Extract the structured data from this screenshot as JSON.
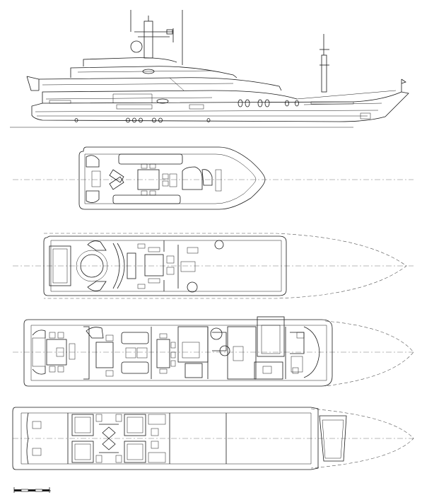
{
  "drawing": {
    "subject": "yacht-general-arrangement",
    "views": [
      {
        "id": "profile",
        "label": ""
      },
      {
        "id": "sun-deck",
        "label": ""
      },
      {
        "id": "bridge-deck",
        "label": ""
      },
      {
        "id": "main-deck",
        "label": ""
      },
      {
        "id": "lower-deck",
        "label": ""
      }
    ],
    "scale_bar": {
      "segments": 5
    }
  },
  "colors": {
    "line": "#1a1a1a",
    "background": "#ffffff",
    "dashed": "#555555"
  }
}
